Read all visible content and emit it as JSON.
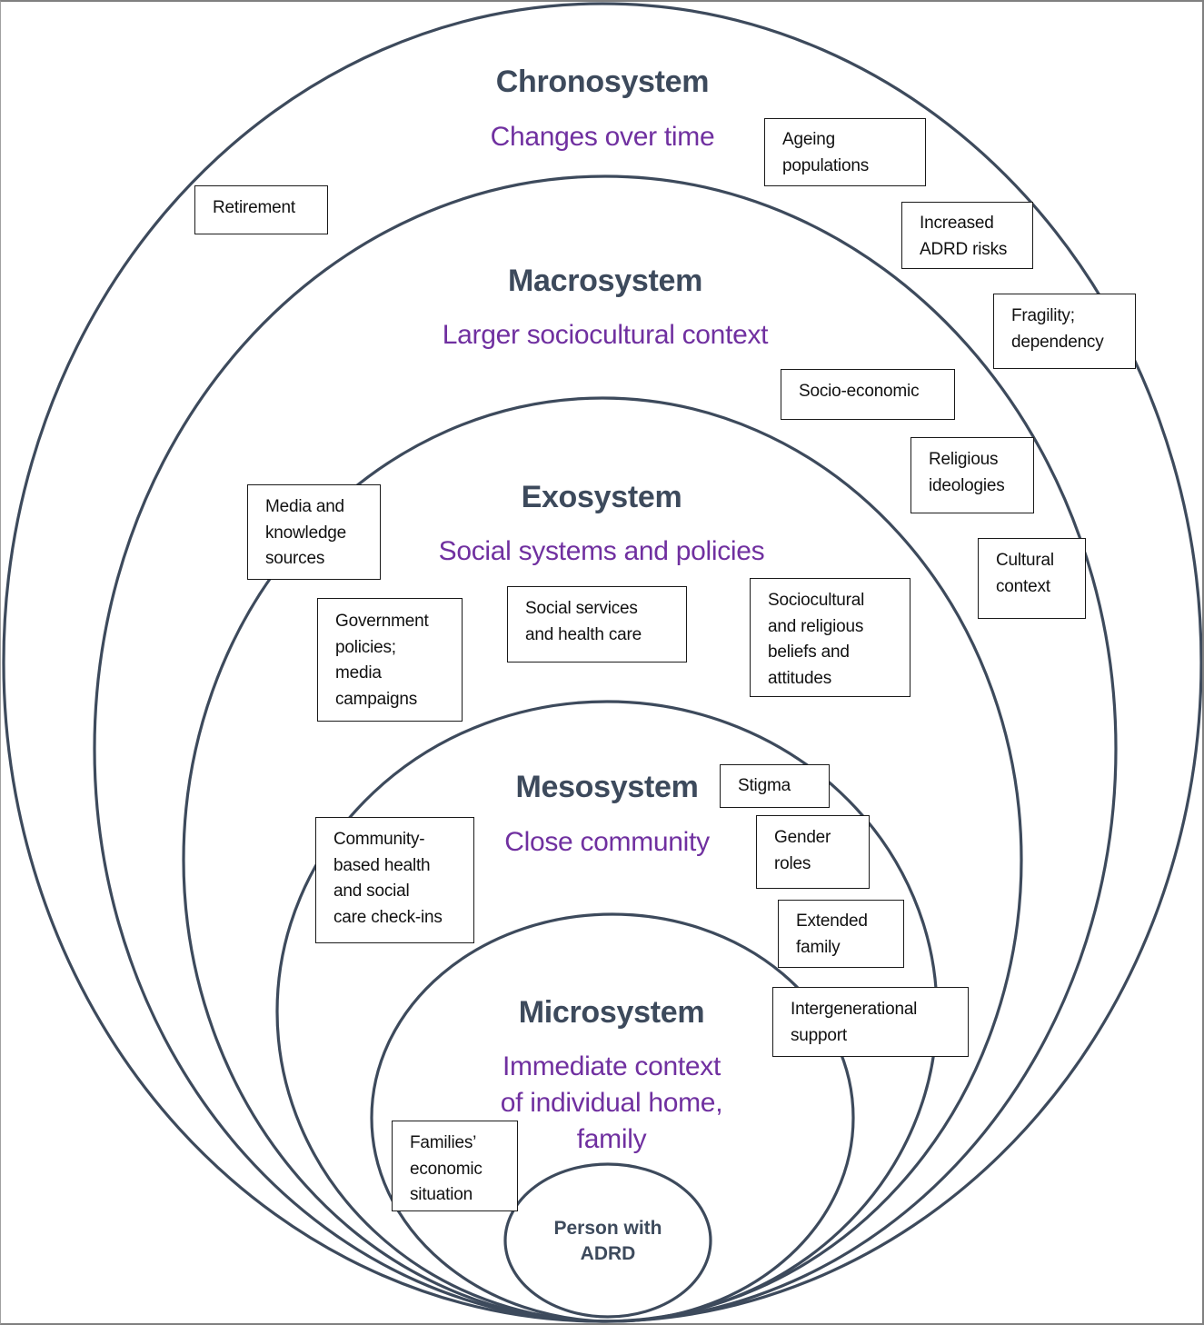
{
  "diagram": {
    "type": "nested-ecological-model",
    "center": {
      "label": "Person with\nADRD"
    },
    "layers": [
      {
        "name": "Chronosystem",
        "subtitle": "Changes over time"
      },
      {
        "name": "Macrosystem",
        "subtitle": "Larger sociocultural context"
      },
      {
        "name": "Exosystem",
        "subtitle": "Social systems and policies"
      },
      {
        "name": "Mesosystem",
        "subtitle": "Close community"
      },
      {
        "name": "Microsystem",
        "subtitle": "Immediate context\nof individual home,\nfamily"
      }
    ],
    "factors": {
      "chronosystem": [
        "Retirement",
        "Ageing\npopulations",
        "Increased\nADRD risks",
        "Fragility;\ndependency"
      ],
      "macrosystem": [
        "Socio-economic",
        "Religious\nideologies",
        "Cultural\ncontext"
      ],
      "exosystem": [
        "Media and\nknowledge\nsources",
        "Government\npolicies;\nmedia\ncampaigns",
        "Social services\nand health care",
        "Sociocultural\nand religious\nbeliefs and\nattitudes"
      ],
      "mesosystem": [
        "Community-\nbased health\nand social\ncare check-ins",
        "Stigma",
        "Gender\nroles",
        "Extended\nfamily",
        "Intergenerational\nsupport"
      ],
      "microsystem": [
        "Families’\neconomic\nsituation"
      ]
    },
    "colors": {
      "ring": "#3d4a5c",
      "title": "#3d4a5c",
      "subtitle": "#7030a0",
      "box_border": "#1a1a1a",
      "box_text": "#111111"
    }
  }
}
